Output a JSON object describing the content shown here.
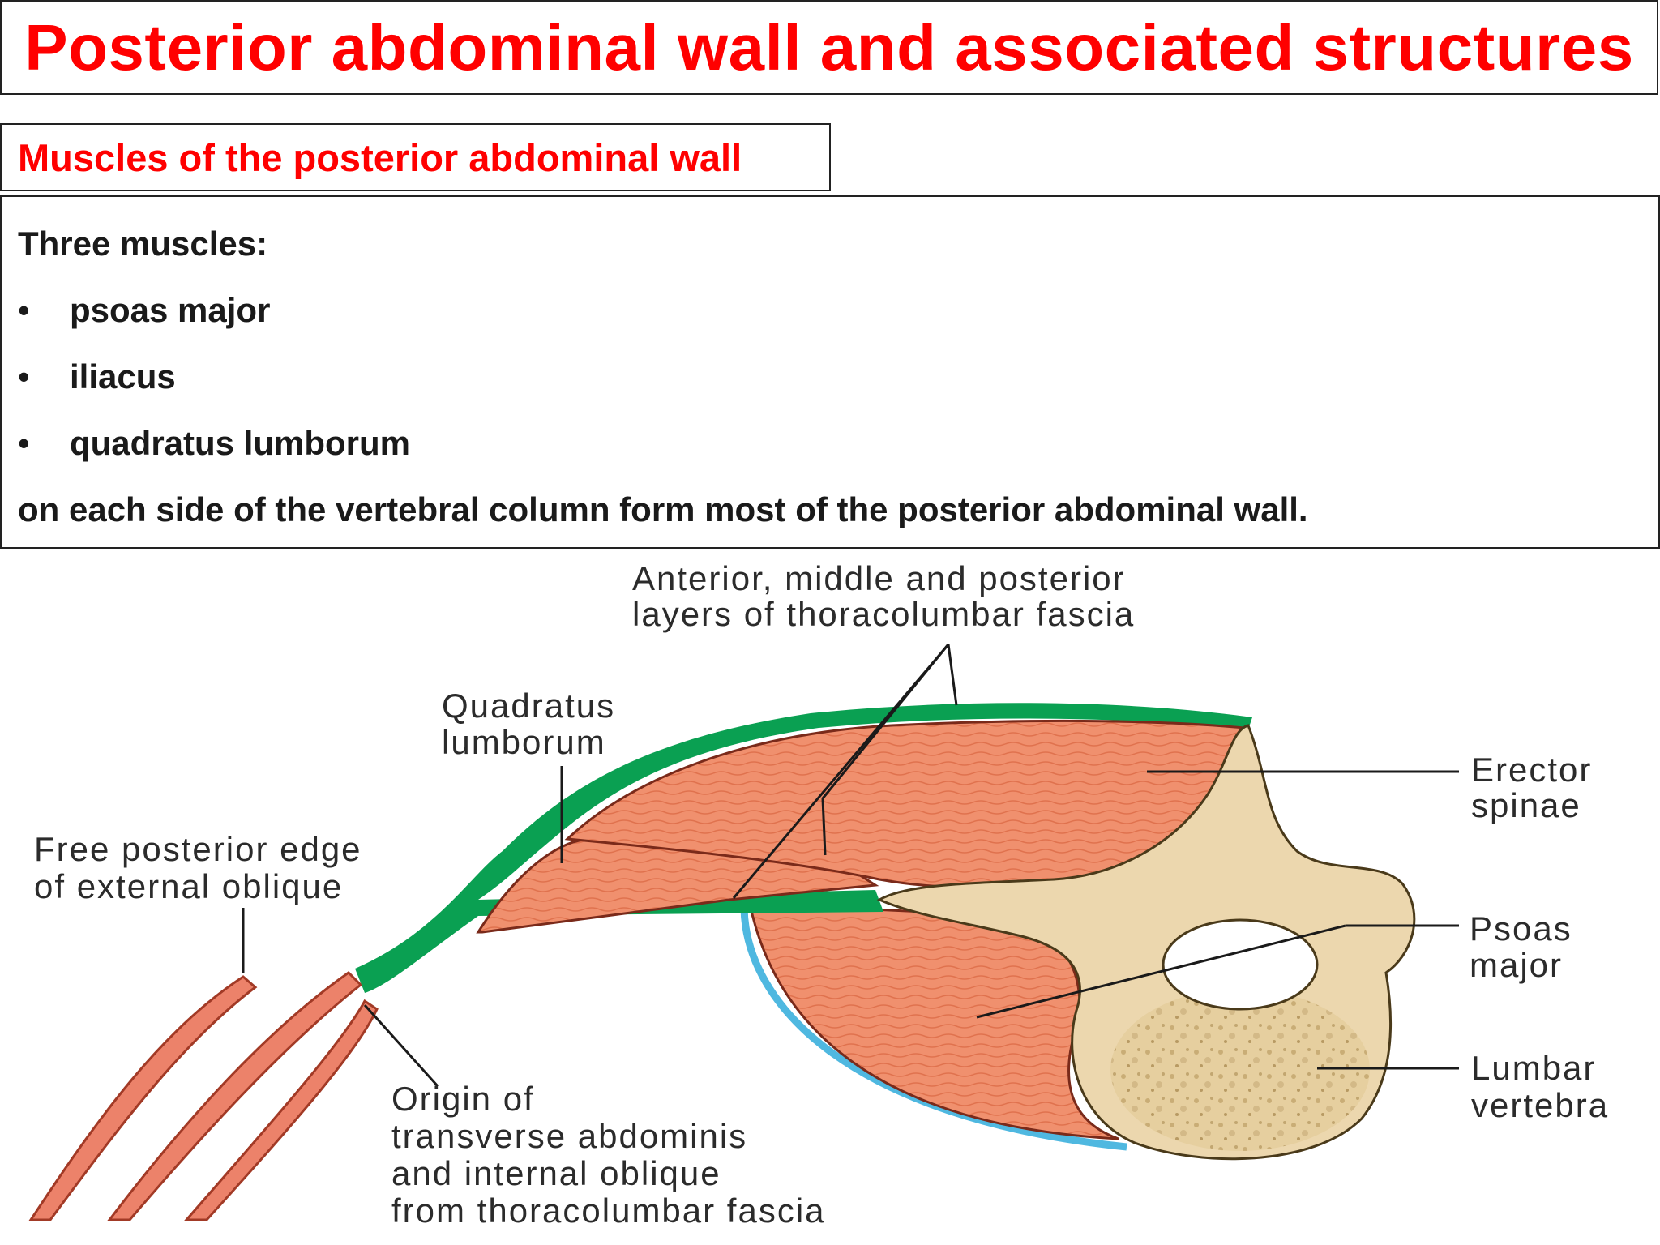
{
  "title": "Posterior abdominal wall and associated structures",
  "subtitle": "Muscles of the posterior abdominal wall",
  "content": {
    "intro": "Three muscles:",
    "bullets": [
      "psoas major",
      "iliacus",
      "quadratus lumborum"
    ],
    "bullet_symbol": "•",
    "conclusion": "on each side of the vertebral column form most of the posterior abdominal wall."
  },
  "diagram": {
    "labels": {
      "fascia_line1": "Anterior, middle and posterior",
      "fascia_line2": "layers of thoracolumbar fascia",
      "ql_line1": "Quadratus",
      "ql_line2": "lumborum",
      "eo_line1": "Free posterior edge",
      "eo_line2": "of external oblique",
      "es_line1": "Erector",
      "es_line2": "spinae",
      "pm_line1": "Psoas",
      "pm_line2": "major",
      "lv_line1": "Lumbar",
      "lv_line2": "vertebra",
      "origin_line1": "Origin of",
      "origin_line2": "transverse abdominis",
      "origin_line3": "and internal oblique",
      "origin_line4": "from thoracolumbar fascia"
    },
    "colors": {
      "muscle": "#f0906e",
      "fascia": "#0aa052",
      "bone": "#ecd7ae",
      "blue_fascia": "#4fb8e0",
      "outline": "#222222"
    }
  }
}
